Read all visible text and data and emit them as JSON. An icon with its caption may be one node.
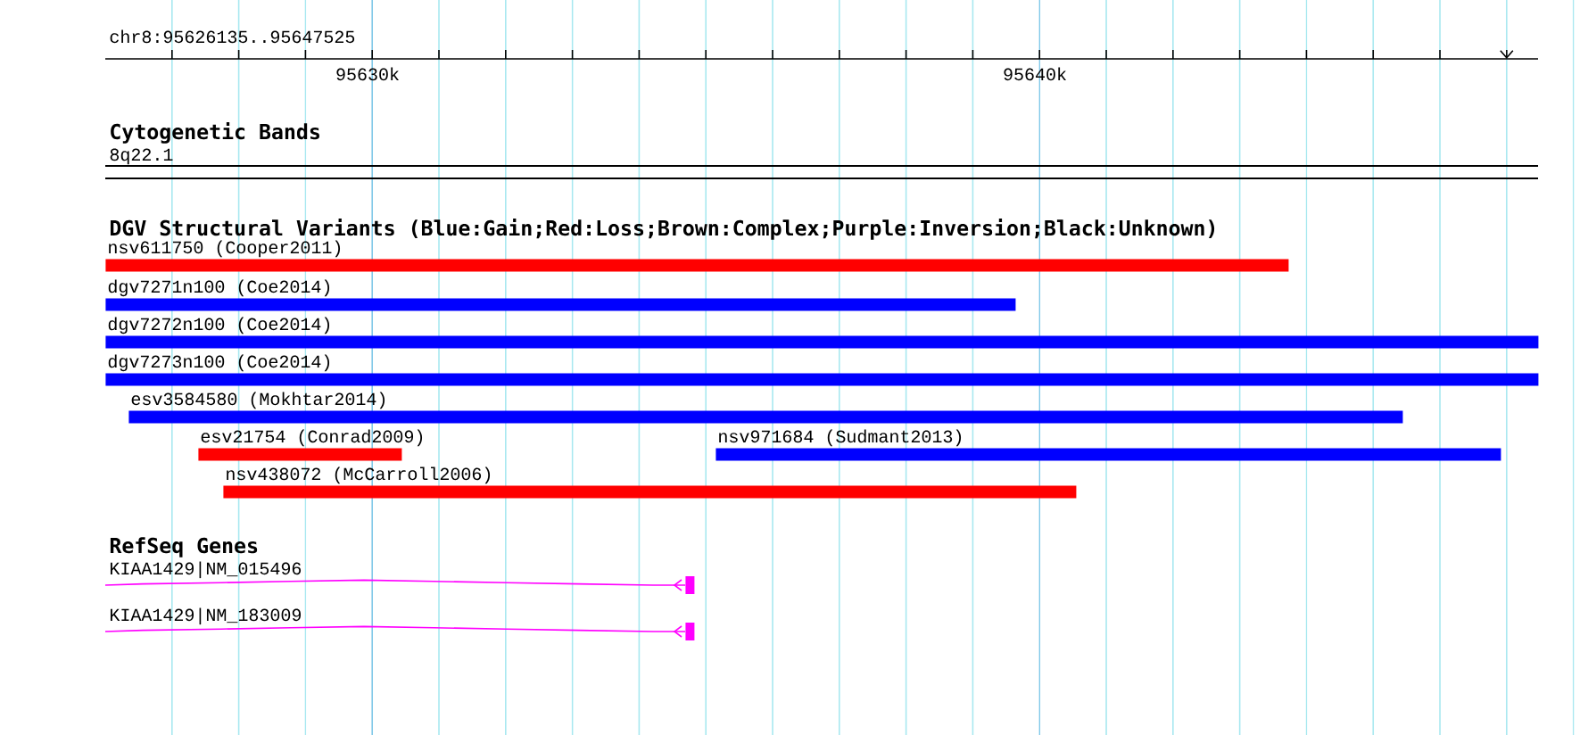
{
  "diagram": {
    "nodes": [
      {
        "text": [
          "nsv611750 (Cooper2011)"
        ]
      },
      {
        "text": [
          "dgv7271n100 (Coe2014)"
        ]
      },
      {
        "text": [
          "dgv7272n100 (Coe2014)"
        ]
      },
      {
        "text": [
          "dgv7273n100 (Coe2014)"
        ]
      },
      {
        "text": [
          "esv3584580 (Mokhtar2014)"
        ]
      },
      {
        "text": [
          "esv21754 (Conrad2009)"
        ]
      },
      {
        "text": [
          "nsv971684 (Sudmant2013)"
        ]
      },
      {
        "text": [
          "nsv438072 (McCarroll2006)"
        ]
      },
      {
        "text": [
          "KIAA1429|NM_015496"
        ]
      },
      {
        "text": [
          "KIAA1429|NM_183009"
        ]
      }
    ],
    "edges": [],
    "labels": [
      "chr8:95626135..95647525",
      "95630k",
      "95640k",
      "Cytogenetic Bands",
      "8q22.1",
      "DGV Structural Variants (Blue:Gain;Red:Loss;Brown:Complex;Purple:Inversion;Black:Unknown)",
      "RefSeq Genes"
    ]
  }
}
